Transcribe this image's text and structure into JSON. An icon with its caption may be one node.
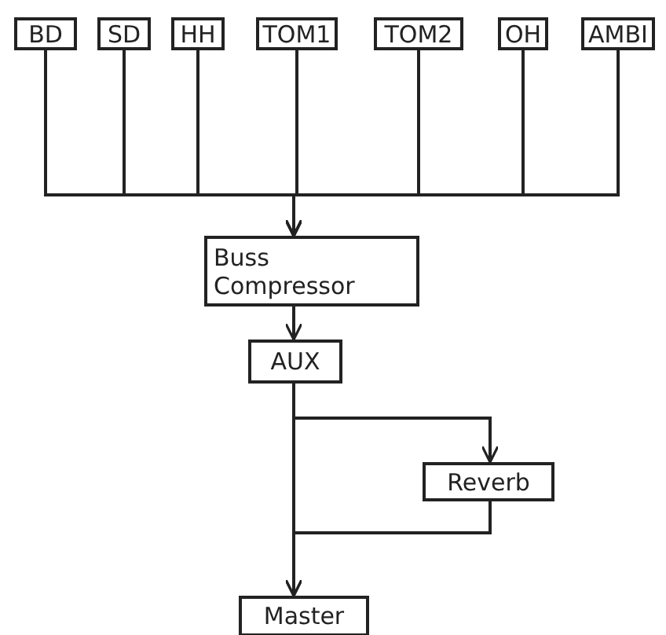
{
  "diagram": {
    "nodes": [
      {
        "text": [
          "BD"
        ]
      },
      {
        "text": [
          "SD"
        ]
      },
      {
        "text": [
          "HH"
        ]
      },
      {
        "text": [
          "TOM1"
        ]
      },
      {
        "text": [
          "TOM2"
        ]
      },
      {
        "text": [
          "OH"
        ]
      },
      {
        "text": [
          "AMBI"
        ]
      },
      {
        "text": [
          "Buss Compressor"
        ]
      },
      {
        "text": [
          "AUX"
        ]
      },
      {
        "text": [
          "Reverb"
        ]
      },
      {
        "text": [
          "Master"
        ]
      }
    ],
    "edges": [
      {
        "from": 0,
        "to": 7,
        "arrow": "to"
      },
      {
        "from": 1,
        "to": 7,
        "arrow": "to"
      },
      {
        "from": 2,
        "to": 7,
        "arrow": "to"
      },
      {
        "from": 3,
        "to": 7,
        "arrow": "to"
      },
      {
        "from": 4,
        "to": 7,
        "arrow": "to"
      },
      {
        "from": 5,
        "to": 7,
        "arrow": "to"
      },
      {
        "from": 6,
        "to": 7,
        "arrow": "to"
      },
      {
        "from": 7,
        "to": 8,
        "arrow": "to"
      },
      {
        "from": 8,
        "to": 10,
        "arrow": "to"
      },
      {
        "from": 8,
        "to": 9,
        "arrow": "to"
      },
      {
        "from": 9,
        "to": 10,
        "arrow": "to"
      }
    ]
  }
}
